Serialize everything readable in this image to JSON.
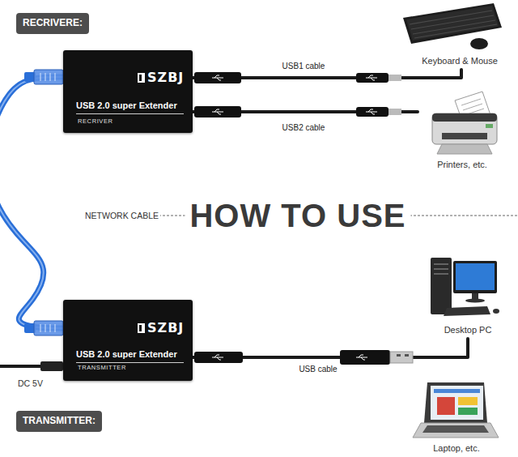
{
  "diagram": {
    "title": "HOW TO USE",
    "nodes": [
      {
        "text": [
          "RECRIVERE:"
        ]
      },
      {
        "text": [
          "SZBJ",
          "USB 2.0 super Extender",
          "RECRIVER"
        ]
      },
      {
        "text": [
          "Keyboard & Mouse"
        ]
      },
      {
        "text": [
          "Printers, etc."
        ]
      },
      {
        "text": [
          "SZBJ",
          "USB 2.0 super Extender",
          "TRANSMITTER"
        ]
      },
      {
        "text": [
          "Desktop PC"
        ]
      },
      {
        "text": [
          "Laptop, etc."
        ]
      },
      {
        "text": [
          "TRANSMITTER:"
        ]
      }
    ],
    "edges": [
      {
        "from": 1,
        "to": 2,
        "arrow": "none",
        "label": "USB1 cable"
      },
      {
        "from": 1,
        "to": 3,
        "arrow": "none",
        "label": "USB2 cable"
      },
      {
        "from": 1,
        "to": 4,
        "arrow": "none"
      },
      {
        "from": 4,
        "to": 5,
        "arrow": "none",
        "label": "USB cable"
      }
    ],
    "labels": [
      "NETWORK CABLE",
      "DC 5V"
    ]
  }
}
